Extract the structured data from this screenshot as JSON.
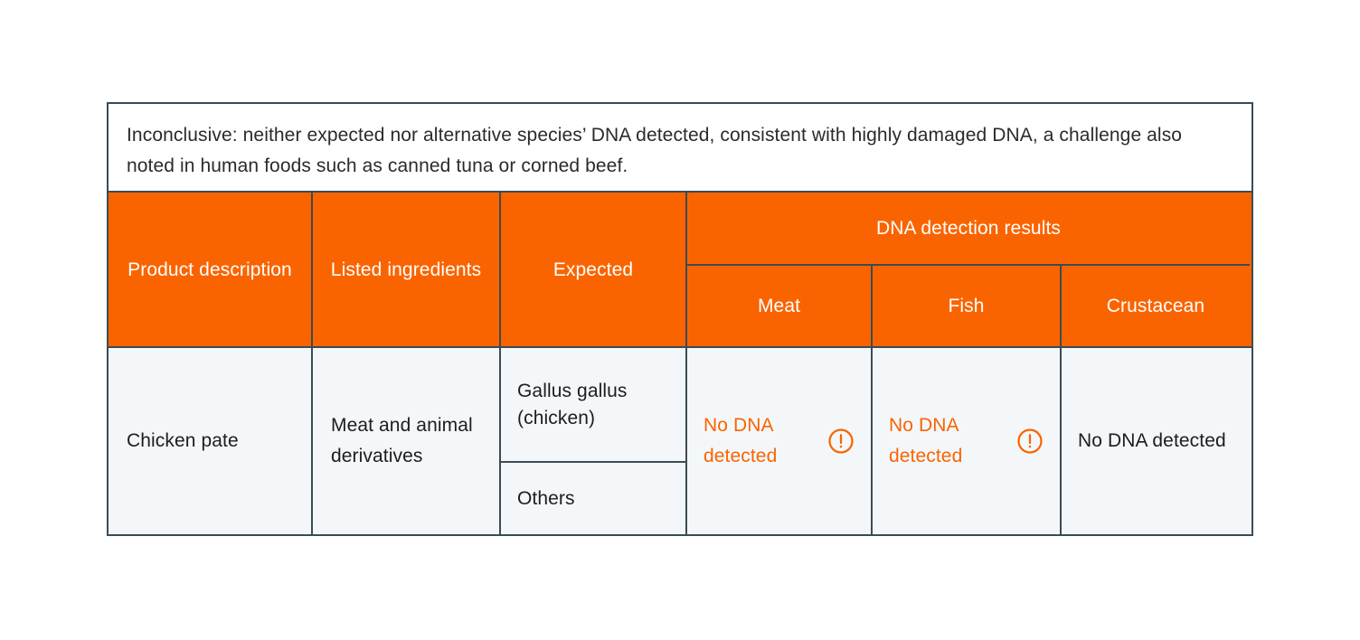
{
  "colors": {
    "accent_orange": "#fa6400",
    "border": "#3a4b55",
    "body_cell_bg": "#f4f7f9",
    "caption_bg": "#ffffff",
    "text_dark": "#1d1d1d",
    "header_text": "#ffffff"
  },
  "caption": {
    "text": "Inconclusive: neither expected nor alternative species’ DNA detected, consistent with highly damaged DNA, a challenge also noted in human foods such as canned tuna or corned beef."
  },
  "header": {
    "product_description": "Product description",
    "listed_ingredients": "Listed ingredients",
    "expected": "Expected",
    "group_title": "DNA detection results",
    "subcolumns": [
      "Meat",
      "Fish",
      "Crustacean"
    ]
  },
  "rows": [
    {
      "product_description": "Chicken pate",
      "listed_ingredients": "Meat and animal derivatives",
      "expected": [
        "Gallus gallus (chicken)",
        "Others"
      ],
      "results": [
        {
          "column": "Meat",
          "text": "No DNA detected",
          "alert": true,
          "icon": "warning-circle-icon"
        },
        {
          "column": "Fish",
          "text": "No DNA detected",
          "alert": true,
          "icon": "warning-circle-icon"
        },
        {
          "column": "Crustacean",
          "text": "No DNA detected",
          "alert": false,
          "icon": null
        }
      ]
    }
  ]
}
